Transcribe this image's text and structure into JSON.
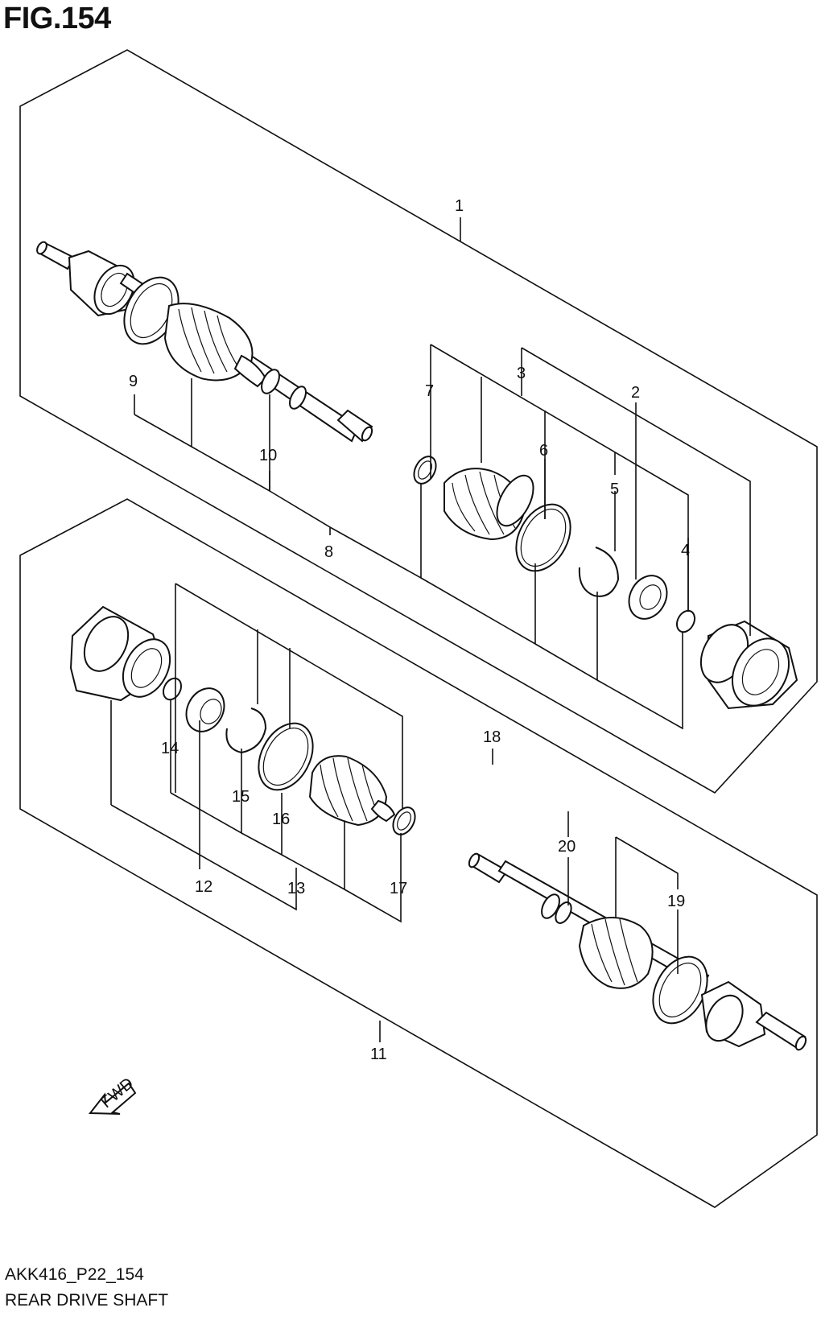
{
  "figure": {
    "title": "FIG.154",
    "code": "AKK416_P22_154",
    "name": "REAR DRIVE SHAFT"
  },
  "fwd_label": "FWD",
  "callouts": [
    "1",
    "2",
    "3",
    "4",
    "5",
    "6",
    "7",
    "8",
    "9",
    "10",
    "11",
    "12",
    "13",
    "14",
    "15",
    "16",
    "17",
    "18",
    "19",
    "20"
  ]
}
